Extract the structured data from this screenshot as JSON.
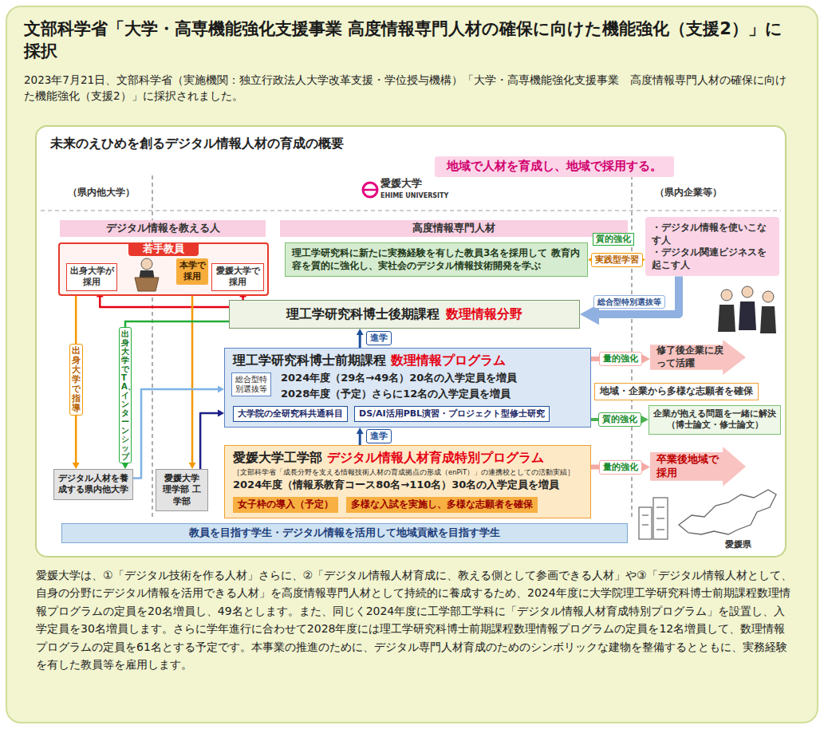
{
  "diagram": {
    "title": "文部科学省「大学・高専機能強化支援事業 高度情報専門人材の確保に向けた機能強化（支援2）」に採択",
    "caption": "愛媛大学は、①「デジタル技術を作る人材」さらに、②「デジタル情報人材育成に、教える側として参画できる人材」や③「デジタル情報人材として、自身の分野にデジタル情報を活用できる人材」を高度情報専門人材として持続的に養成するため、2024年度に大学院理工学研究科博士前期課程数理情報プログラムの定員を20名増員し、49名とします。また、同じく2024年度に工学部工学科に「デジタル情報人材育成特別プログラム」を設置し、入学定員を30名増員します。さらに学年進行に合わせて2028年度には理工学研究科博士前期課程数理情報プログラムの定員を12名増員して、数理情報プログラムの定員を61名とする予定です。本事業の推進のために、デジタル専門人材育成のためのシンボリックな建物を整備するとともに、実務経験を有した教員等を雇用します。",
    "nodes": [
      {
        "text": [
          "未来のえひめを創るデジタル情報人材の育成の概要"
        ]
      },
      {
        "text": [
          "地域で人材を育成し、地域で採用する。"
        ],
        "in": 0
      },
      {
        "text": [
          "デジタル情報を教える人"
        ],
        "in": 0
      },
      {
        "text": [
          "高度情報専門人材"
        ],
        "in": 0
      },
      {
        "text": [
          "・デジタル情報を使いこなす人",
          "・デジタル関連ビジネスを起こす人"
        ],
        "in": 0
      },
      {
        "text": [
          "若手教員"
        ],
        "in": 0
      },
      {
        "text": [
          "出身大学が採用"
        ],
        "in": 5
      },
      {
        "text": [
          "本学で採用"
        ],
        "in": 5
      },
      {
        "text": [
          "愛媛大学で採用"
        ],
        "in": 5
      },
      {
        "text": [
          "理工学研究科に新たに実務経験を有した教員3名を採用して 教育内容を質的に強化し、実社会のデジタル情報技術開発を学ぶ"
        ],
        "in": 0
      },
      {
        "text": [
          "理工学研究科博士後期課程",
          "数理情報分野"
        ],
        "in": 0
      },
      {
        "text": [
          "理工学研究科博士前期課程",
          "数理情報プログラム",
          "2024年度（29名→49名）20名の入学定員を増員",
          "2028年度（予定）さらに12名の入学定員を増員"
        ],
        "in": 0
      },
      {
        "text": [
          "総合型特別選抜等"
        ],
        "in": 11
      },
      {
        "text": [
          "大学院の全研究科共通科目"
        ],
        "in": 11
      },
      {
        "text": [
          "DS/AI活用PBL演習・プロジェクト型修士研究"
        ],
        "in": 11
      },
      {
        "text": [
          "愛媛大学工学部",
          "デジタル情報人材育成特別プログラム",
          "［文部科学省「成長分野を支える情報技術人材の育成拠点の形成（enPiT）」の連携校としての活動実績］",
          "2024年度（情報系教育コース80名→110名）30名の入学定員を増員"
        ],
        "in": 0
      },
      {
        "text": [
          "女子枠の導入（予定）"
        ],
        "in": 15
      },
      {
        "text": [
          "多様な入試を実施し、多様な志願者を確保"
        ],
        "in": 15
      },
      {
        "text": [
          "デジタル人材を養成する県内他大学"
        ],
        "in": 0
      },
      {
        "text": [
          "愛媛大学 理学部 工学部"
        ],
        "in": 0
      },
      {
        "text": [
          "教員を目指す学生・デジタル情報を活用して地域貢献を目指す学生"
        ],
        "in": 0
      },
      {
        "text": [
          "修了後企業に戻って活躍"
        ],
        "in": 0
      },
      {
        "text": [
          "地域・企業から多様な志願者を確保"
        ],
        "in": 0
      },
      {
        "text": [
          "企業が抱える問題を一緒に解決",
          "（博士論文・修士論文）"
        ],
        "in": 0
      },
      {
        "text": [
          "卒業後地域で採用"
        ],
        "in": 0
      }
    ],
    "edges": [
      {
        "from": 6,
        "to": 18,
        "arrow": "to",
        "label": "出身大学で指導"
      },
      {
        "from": 10,
        "to": 6,
        "arrow": "to"
      },
      {
        "from": 10,
        "to": 8,
        "arrow": "to"
      },
      {
        "from": 7,
        "to": 19,
        "arrow": "to"
      },
      {
        "from": 10,
        "to": 18,
        "arrow": "to",
        "label": "出身大学でTA、インターンシップ"
      },
      {
        "from": 18,
        "to": 11,
        "arrow": "to"
      },
      {
        "from": 19,
        "to": 11,
        "arrow": "to"
      },
      {
        "from": 15,
        "to": 11,
        "arrow": "to",
        "label": "進学"
      },
      {
        "from": 11,
        "to": 10,
        "arrow": "to",
        "label": "進学"
      },
      {
        "from": 9,
        "to": 4,
        "arrow": "both",
        "label": "実践型学習"
      },
      {
        "from": 4,
        "to": 10,
        "arrow": "to",
        "label": "総合型特別選抜等"
      },
      {
        "from": 11,
        "to": 21,
        "arrow": "to",
        "label": "量的強化"
      },
      {
        "from": 11,
        "to": 23,
        "arrow": "to",
        "label": "質的強化"
      },
      {
        "from": 15,
        "to": 24,
        "arrow": "to",
        "label": "量的強化"
      }
    ],
    "labels": [
      "2023年7月21日、文部科学省（実施機関：独立行政法人大学改革支援・学位授与機構）「大学・高専機能強化支援事業　高度情報専門人材の確保に向けた機能強化（支援2）」に採択されました。",
      "（県内他大学）",
      "（県内企業等）",
      "愛媛大学",
      "EHIME UNIVERSITY",
      "質的強化",
      "愛媛県"
    ]
  }
}
